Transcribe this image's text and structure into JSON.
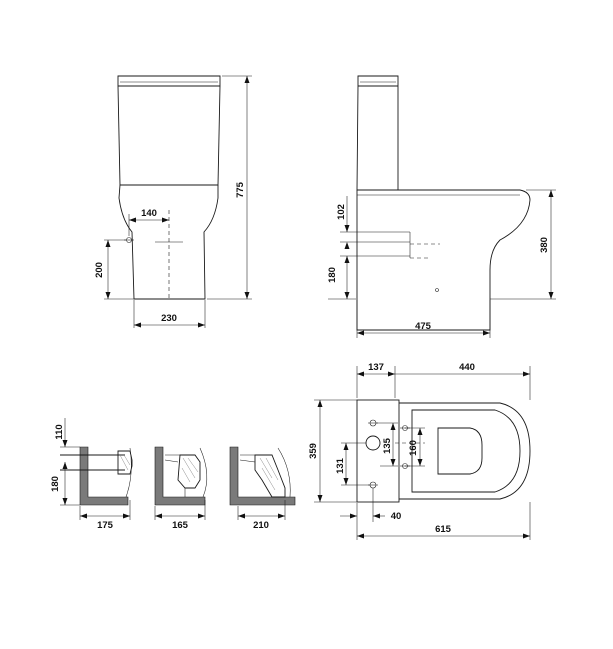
{
  "dimensions": {
    "front_height": "775",
    "front_center_offset": "140",
    "front_inlet_height": "200",
    "front_base_width": "230",
    "side_inlet_gap": "102",
    "side_outlet_height_low": "180",
    "side_outlet_height_high": "380",
    "side_depth": "475",
    "wall_pipe_offset": "110",
    "wall_pipe_height": "180",
    "detail_1_depth": "175",
    "detail_2_depth": "165",
    "detail_3_depth": "210",
    "plan_tank_offset": "137",
    "plan_bowl_length": "440",
    "plan_width": "359",
    "plan_hole_spacing_a": "135",
    "plan_hole_spacing_b": "131",
    "plan_hole_spacing_c": "160",
    "plan_edge_offset": "40",
    "plan_total_length": "615"
  },
  "colors": {
    "line": "#1a1a1a",
    "wall_fill": "#7a7a7a",
    "background": "#ffffff"
  }
}
